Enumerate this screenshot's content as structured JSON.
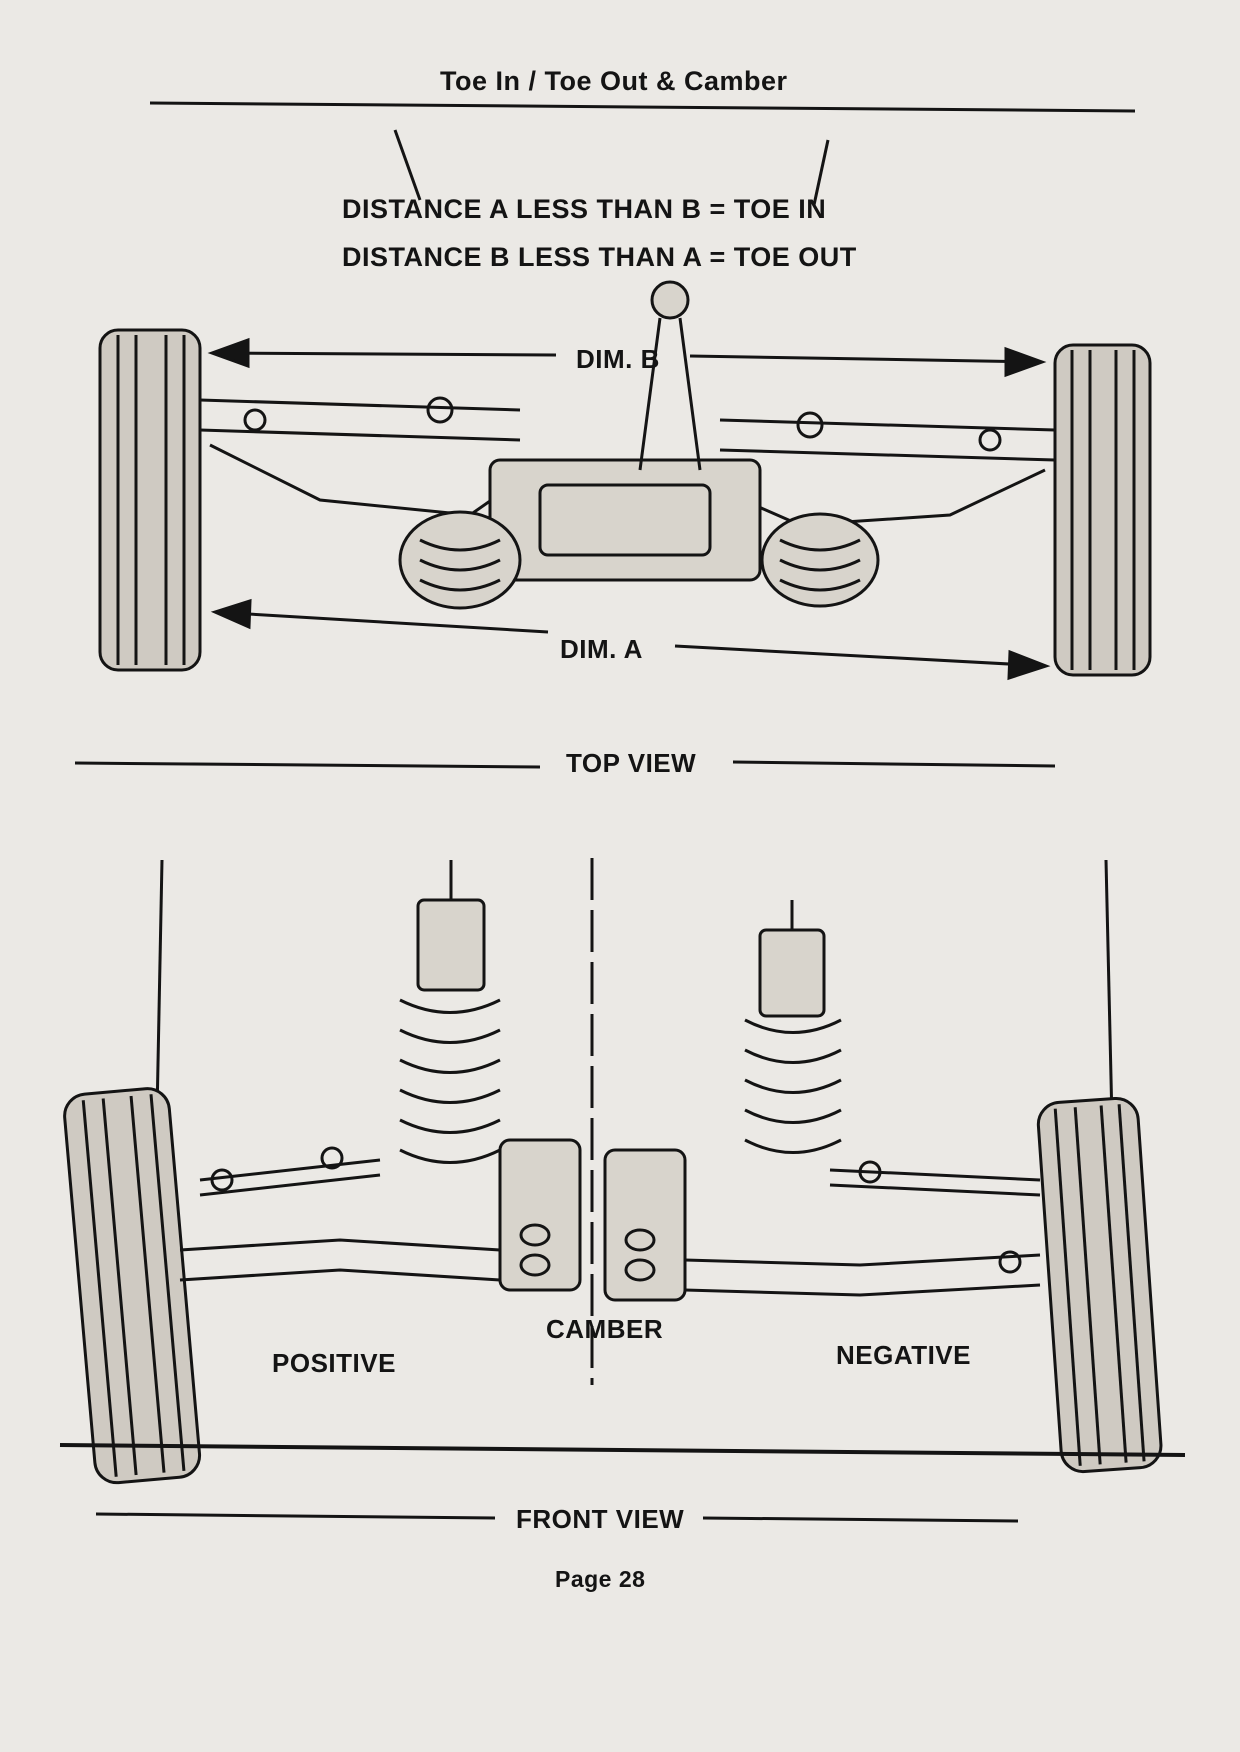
{
  "page": {
    "title": "Toe In / Toe Out & Camber",
    "toe_in_rule": "DISTANCE A LESS THAN B = TOE IN",
    "toe_out_rule": "DISTANCE B LESS THAN A = TOE OUT",
    "page_number": "Page 28"
  },
  "top_view": {
    "label": "TOP VIEW",
    "dim_b_label": "DIM. B",
    "dim_a_label": "DIM. A"
  },
  "front_view": {
    "label": "FRONT VIEW",
    "camber_label": "CAMBER",
    "positive_label": "POSITIVE",
    "negative_label": "NEGATIVE"
  },
  "colors": {
    "paper": "#ebe9e5",
    "ink": "#141414"
  }
}
